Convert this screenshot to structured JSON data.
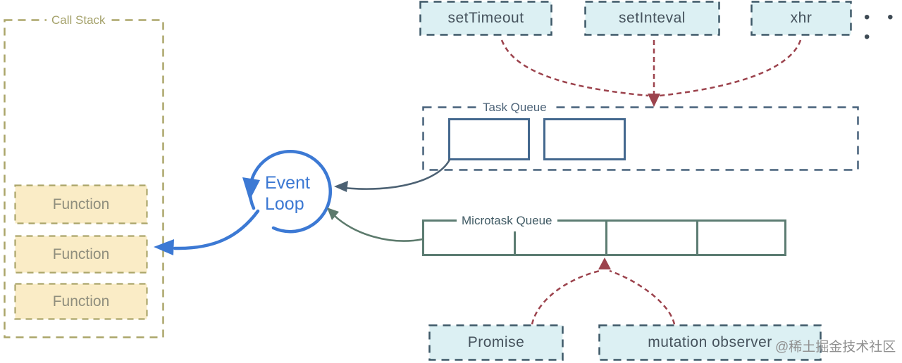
{
  "diagram": {
    "title_domain": "JavaScript event loop diagram",
    "call_stack": {
      "label": "Call Stack",
      "functions": [
        "Function",
        "Function",
        "Function"
      ]
    },
    "event_loop": {
      "line1": "Event",
      "line2": "Loop"
    },
    "web_apis": {
      "items": [
        "setTimeout",
        "setInteval",
        "xhr"
      ],
      "more_indicator": "• • •"
    },
    "task_queue": {
      "label": "Task Queue",
      "slot_count": 2
    },
    "microtask_queue": {
      "label": "Microtask Queue",
      "segment_count": 4
    },
    "microtask_sources": [
      "Promise",
      "mutation observer"
    ],
    "watermark": "@稀土掘金技术社区",
    "colors": {
      "event_loop_blue": "#3C79D4",
      "callstack_olive": "#ABA56A",
      "function_fill": "#FAECC6",
      "webapi_fill": "#DCF0F3",
      "webapi_border": "#3E5968",
      "task_queue_border": "#47617A",
      "task_slot_border": "#44688E",
      "microtask_border": "#5C7C72",
      "dashed_arrow_red": "#9C434D",
      "task_arrow": "#4C6173",
      "microtask_arrow": "#5C7A6C"
    }
  }
}
